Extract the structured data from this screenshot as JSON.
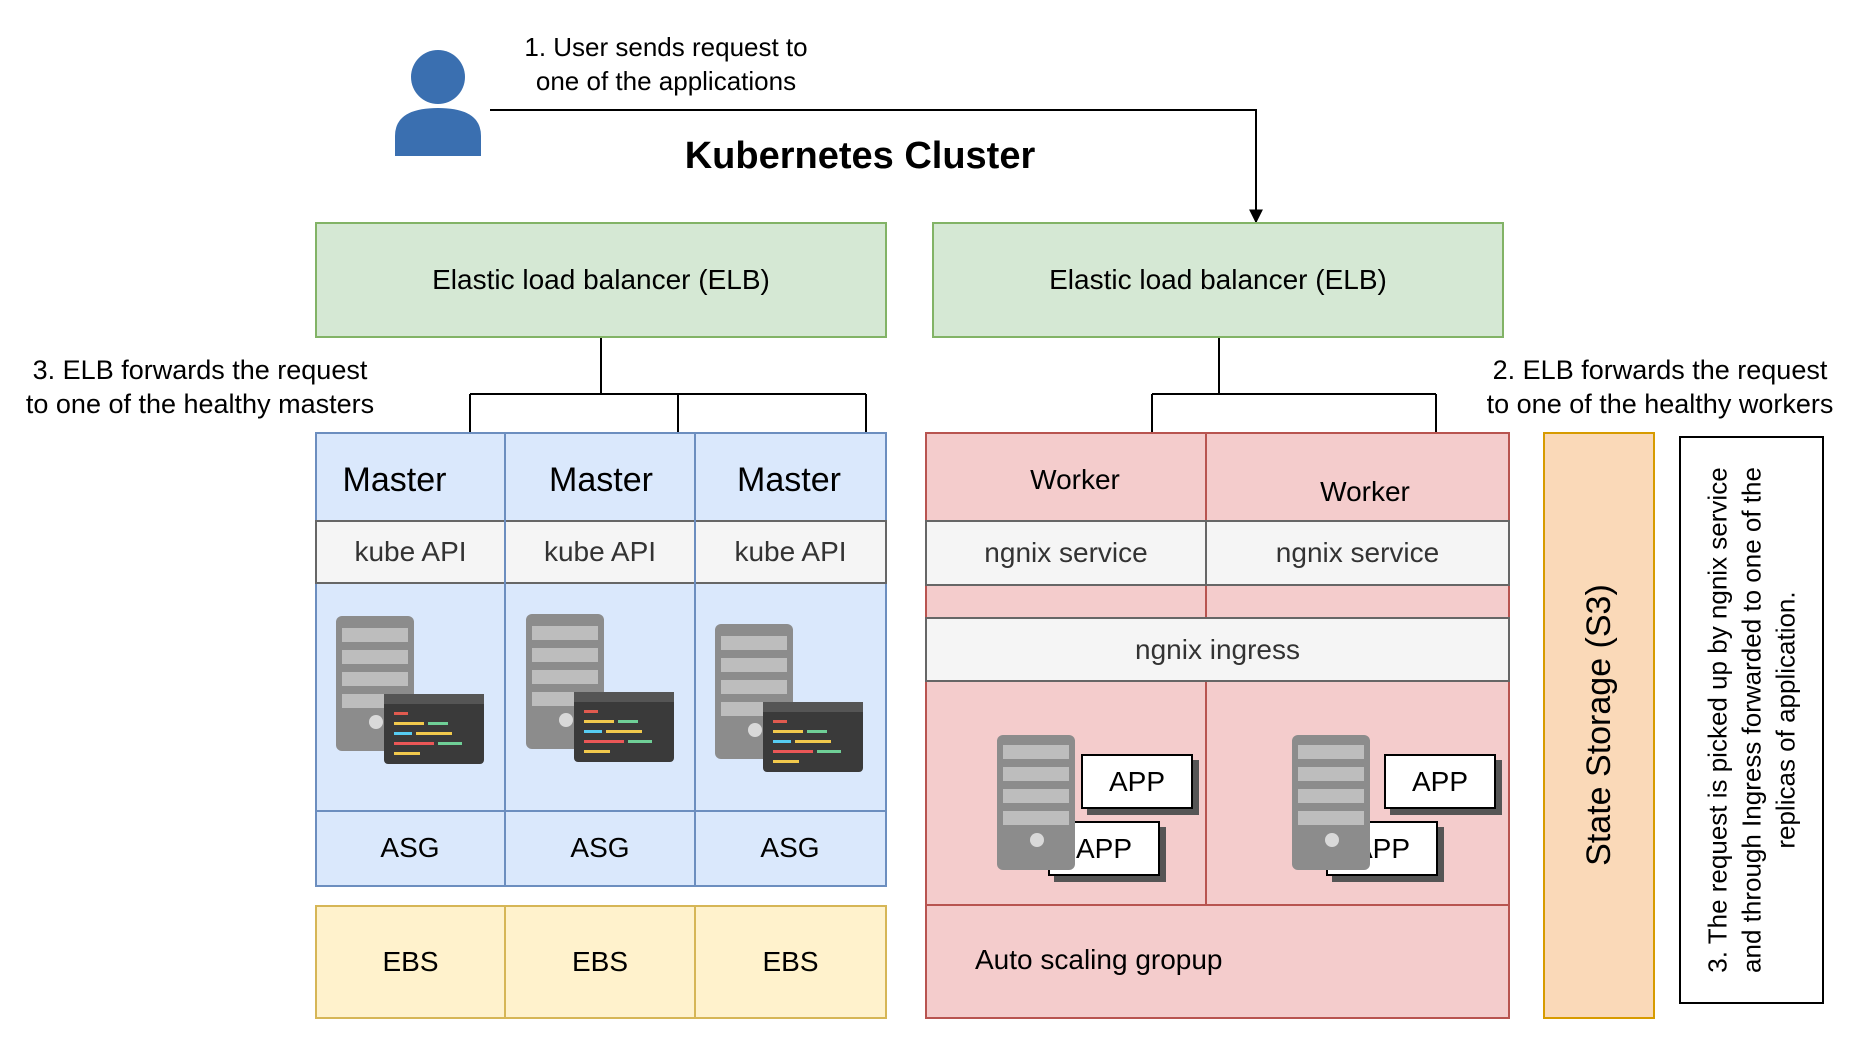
{
  "title": "Kubernetes Cluster",
  "notes": {
    "user_request": [
      "1. User sends request to",
      "one of the applications"
    ],
    "elb_masters": [
      "3. ELB forwards the request",
      "to one of the healthy masters"
    ],
    "elb_workers": [
      "2. ELB forwards the request",
      "to one of the healthy workers"
    ],
    "ingress_note": [
      "3. The request is picked up by ngnix service",
      "and through Ingress forwarded to one of the",
      "replicas of application."
    ]
  },
  "elb_left": "Elastic load balancer (ELB)",
  "elb_right": "Elastic load balancer (ELB)",
  "masters": [
    {
      "title": "Master",
      "api": "kube API",
      "asg": "ASG",
      "ebs": "EBS"
    },
    {
      "title": "Master",
      "api": "kube API",
      "asg": "ASG",
      "ebs": "EBS"
    },
    {
      "title": "Master",
      "api": "kube API",
      "asg": "ASG",
      "ebs": "EBS"
    }
  ],
  "workers": [
    {
      "title": "Worker",
      "service": "ngnix service"
    },
    {
      "title": "Worker",
      "service": "ngnix service"
    }
  ],
  "ingress": "ngnix ingress",
  "apps": [
    "APP",
    "APP",
    "APP",
    "APP"
  ],
  "autoscaling": "Auto scaling gropup",
  "state_storage": "State Storage (S3)",
  "colors": {
    "elb_fill": "#d5e8d4",
    "elb_stroke": "#82b366",
    "master_fill": "#dae8fc",
    "master_stroke": "#6c8ebf",
    "worker_fill": "#f4cccc",
    "worker_stroke": "#b85450",
    "ebs_fill": "#fff2cc",
    "ebs_stroke": "#d6b656",
    "storage_fill": "#fad9b8",
    "storage_stroke": "#d79b00",
    "user_icon": "#3a6fb0"
  },
  "icons": [
    "user-icon",
    "server-icon",
    "code-window-icon"
  ]
}
